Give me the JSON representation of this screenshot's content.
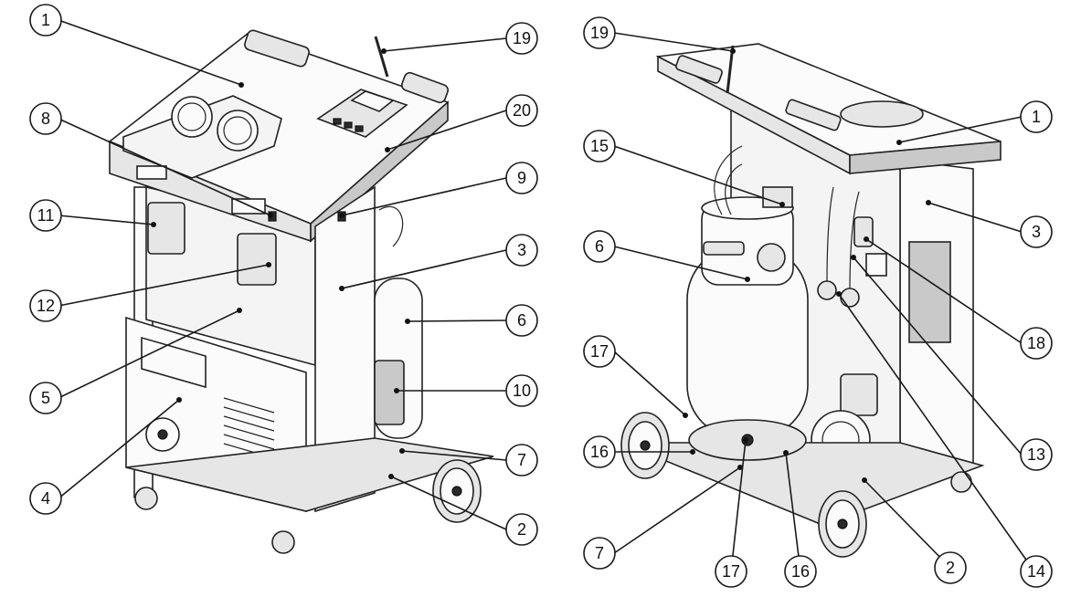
{
  "diagram": {
    "callouts_left": [
      {
        "id": "c1",
        "label": "1"
      },
      {
        "id": "c19",
        "label": "19"
      },
      {
        "id": "c8",
        "label": "8"
      },
      {
        "id": "c20",
        "label": "20"
      },
      {
        "id": "c9",
        "label": "9"
      },
      {
        "id": "c11",
        "label": "11"
      },
      {
        "id": "c3",
        "label": "3"
      },
      {
        "id": "c12",
        "label": "12"
      },
      {
        "id": "c6",
        "label": "6"
      },
      {
        "id": "c5",
        "label": "5"
      },
      {
        "id": "c10",
        "label": "10"
      },
      {
        "id": "c7",
        "label": "7"
      },
      {
        "id": "c4",
        "label": "4"
      },
      {
        "id": "c2",
        "label": "2"
      }
    ],
    "callouts_right": [
      {
        "id": "r19",
        "label": "19"
      },
      {
        "id": "r1",
        "label": "1"
      },
      {
        "id": "r15",
        "label": "15"
      },
      {
        "id": "r3",
        "label": "3"
      },
      {
        "id": "r6",
        "label": "6"
      },
      {
        "id": "r18",
        "label": "18"
      },
      {
        "id": "r17a",
        "label": "17"
      },
      {
        "id": "r13",
        "label": "13"
      },
      {
        "id": "r16a",
        "label": "16"
      },
      {
        "id": "r7",
        "label": "7"
      },
      {
        "id": "r17b",
        "label": "17"
      },
      {
        "id": "r16b",
        "label": "16"
      },
      {
        "id": "r2",
        "label": "2"
      },
      {
        "id": "r14",
        "label": "14"
      }
    ]
  }
}
